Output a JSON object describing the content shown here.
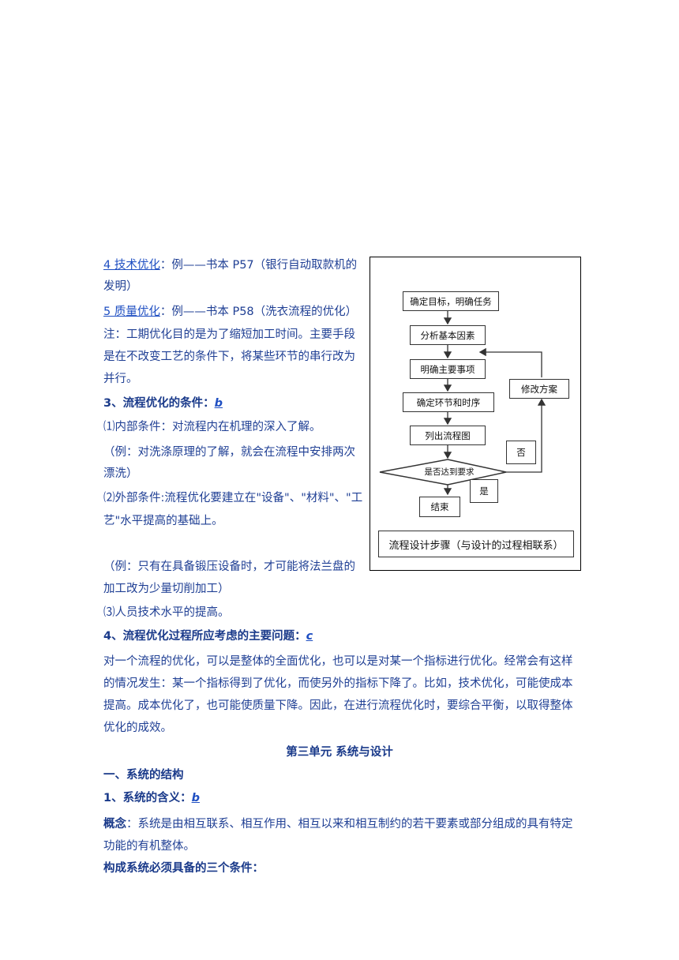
{
  "left_col": {
    "l1_link": "4 技术优化",
    "l1_rest": "：例——书本 P57（银行自动取款机的",
    "l2": "发明）",
    "l3_link": "5 质量优化",
    "l3_rest": "：例——书本 P58（洗衣流程的优化）",
    "l4": "注：工期优化目的是为了缩短加工时间。主要手段",
    "l5": "是在不改变工艺的条件下，将某些环节的串行改为",
    "l6": "并行。",
    "h3_text": "3、流程优化的条件：",
    "h3_mark": "b",
    "l7": "⑴内部条件：对流程内在机理的深入了解。",
    "l8": "（例：对洗涤原理的了解，就会在流程中安排两次",
    "l9": "漂洗）",
    "l10": "⑵外部条件:流程优化要建立在\"设备\"、\"材料\"、\"工",
    "l11": "艺\"水平提高的基础上。",
    "l12": "（例：只有在具备锻压设备时，才可能将法兰盘的",
    "l13": "加工改为少量切削加工）",
    "l14": "⑶人员技术水平的提高。"
  },
  "section4": {
    "heading_text": "4、流程优化过程所应考虑的主要问题：",
    "heading_mark": "c",
    "para": "对一个流程的优化，可以是整体的全面优化，也可以是对某一个指标进行优化。经常会有这样的情况发生：某一个指标得到了优化，而使另外的指标下降了。比如，技术优化，可能使成本提高。成本优化了，也可能使质量下降。因此，在进行流程优化时，要综合平衡，以取得整体优化的成效。"
  },
  "unit3": {
    "title": "第三单元  系统与设计",
    "h1": "一、系统的结构",
    "h2_text": "1、系统的含义：",
    "h2_mark": "b",
    "concept_label": "概念",
    "concept_text": "：系统是由相互联系、相互作用、相互以来和相互制约的若干要素或部分组成的具有特定功能的有机整体。",
    "h3": "构成系统必须具备的三个条件："
  },
  "flowchart": {
    "step1": "确定目标，明确任务",
    "step2": "分析基本因素",
    "step3": "明确主要事项",
    "step4": "确定环节和时序",
    "step5": "列出流程图",
    "decision": "是否达到要求",
    "end": "结束",
    "modify": "修改方案",
    "no": "否",
    "yes": "是",
    "caption": "流程设计步骤（与设计的过程相联系）"
  }
}
